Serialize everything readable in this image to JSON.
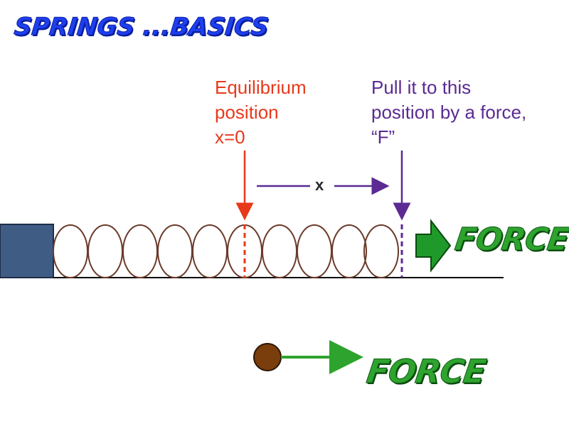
{
  "title": "SPRINGS ...BASICS",
  "equilibrium_label": {
    "line1": "Equilibrium",
    "line2": "position",
    "line3": "x=0"
  },
  "pull_label": {
    "line1": "Pull it to this",
    "line2": "position by a force,",
    "line3": "“F”"
  },
  "displacement_label": "x",
  "force_label_spring": "FORCE",
  "force_label_particle": "FORCE",
  "colors": {
    "title": "#1e3ff0",
    "equilibrium": "#e8391b",
    "pull": "#5b2a93",
    "spring_coil": "#6b3a2a",
    "wall_block": "#3f5c85",
    "force_green": "#2ea32e",
    "particle": "#7a3e0c"
  },
  "icons": {
    "force_arrow": "block-arrow-right-icon",
    "particle": "circle-particle-icon"
  }
}
